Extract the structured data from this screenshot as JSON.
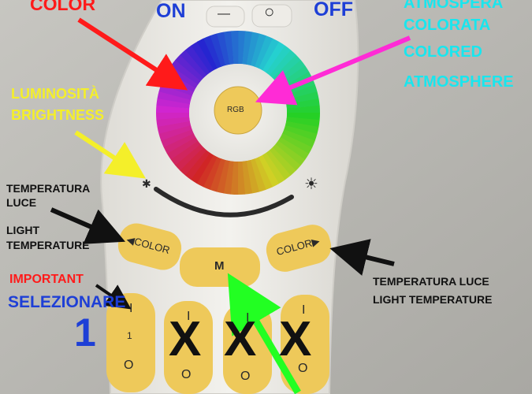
{
  "top_labels": {
    "color": "COLOR",
    "on": "ON",
    "off": "OFF",
    "atmosphere_it_1": "ATMOSPERA",
    "atmosphere_it_2": "COLORATA",
    "atmosphere_en_1": "COLORED",
    "atmosphere_en_2": "ATMOSPHERE"
  },
  "left_labels": {
    "brightness_it": "LUMINOSITÀ",
    "brightness_en": "BRIGHTNESS",
    "temp_it_1": "TEMPERATURA",
    "temp_it_2": "LUCE",
    "temp_en_1": "LIGHT",
    "temp_en_2": "TEMPERATURE",
    "important": "IMPORTANT",
    "select": "SELEZIONARE",
    "select_number": "1"
  },
  "right_labels": {
    "temp_it": "TEMPERATURA LUCE",
    "temp_en": "LIGHT TEMPERATURE"
  },
  "remote": {
    "on_symbol": "—",
    "off_symbol": "○",
    "rgb_button": "RGB",
    "color_left": "◀COLOR",
    "color_right": "COLOR▶",
    "mode_button": "M",
    "zone_on_symbol": "I",
    "zone_off_symbol": "O",
    "zone1_number": "1",
    "brightness_low_icon": "sun-small-icon",
    "brightness_high_icon": "sun-large-icon"
  },
  "marks": {
    "x_mark": "X"
  },
  "colors": {
    "red_label": "#ff1a1a",
    "blue_label": "#1e3fd6",
    "cyan_label": "#19e6ee",
    "yellow_label": "#f4ef2a",
    "magenta_arrow": "#ff2bd6",
    "green_arrow": "#22ff22",
    "button_yellow": "#eec95a"
  }
}
